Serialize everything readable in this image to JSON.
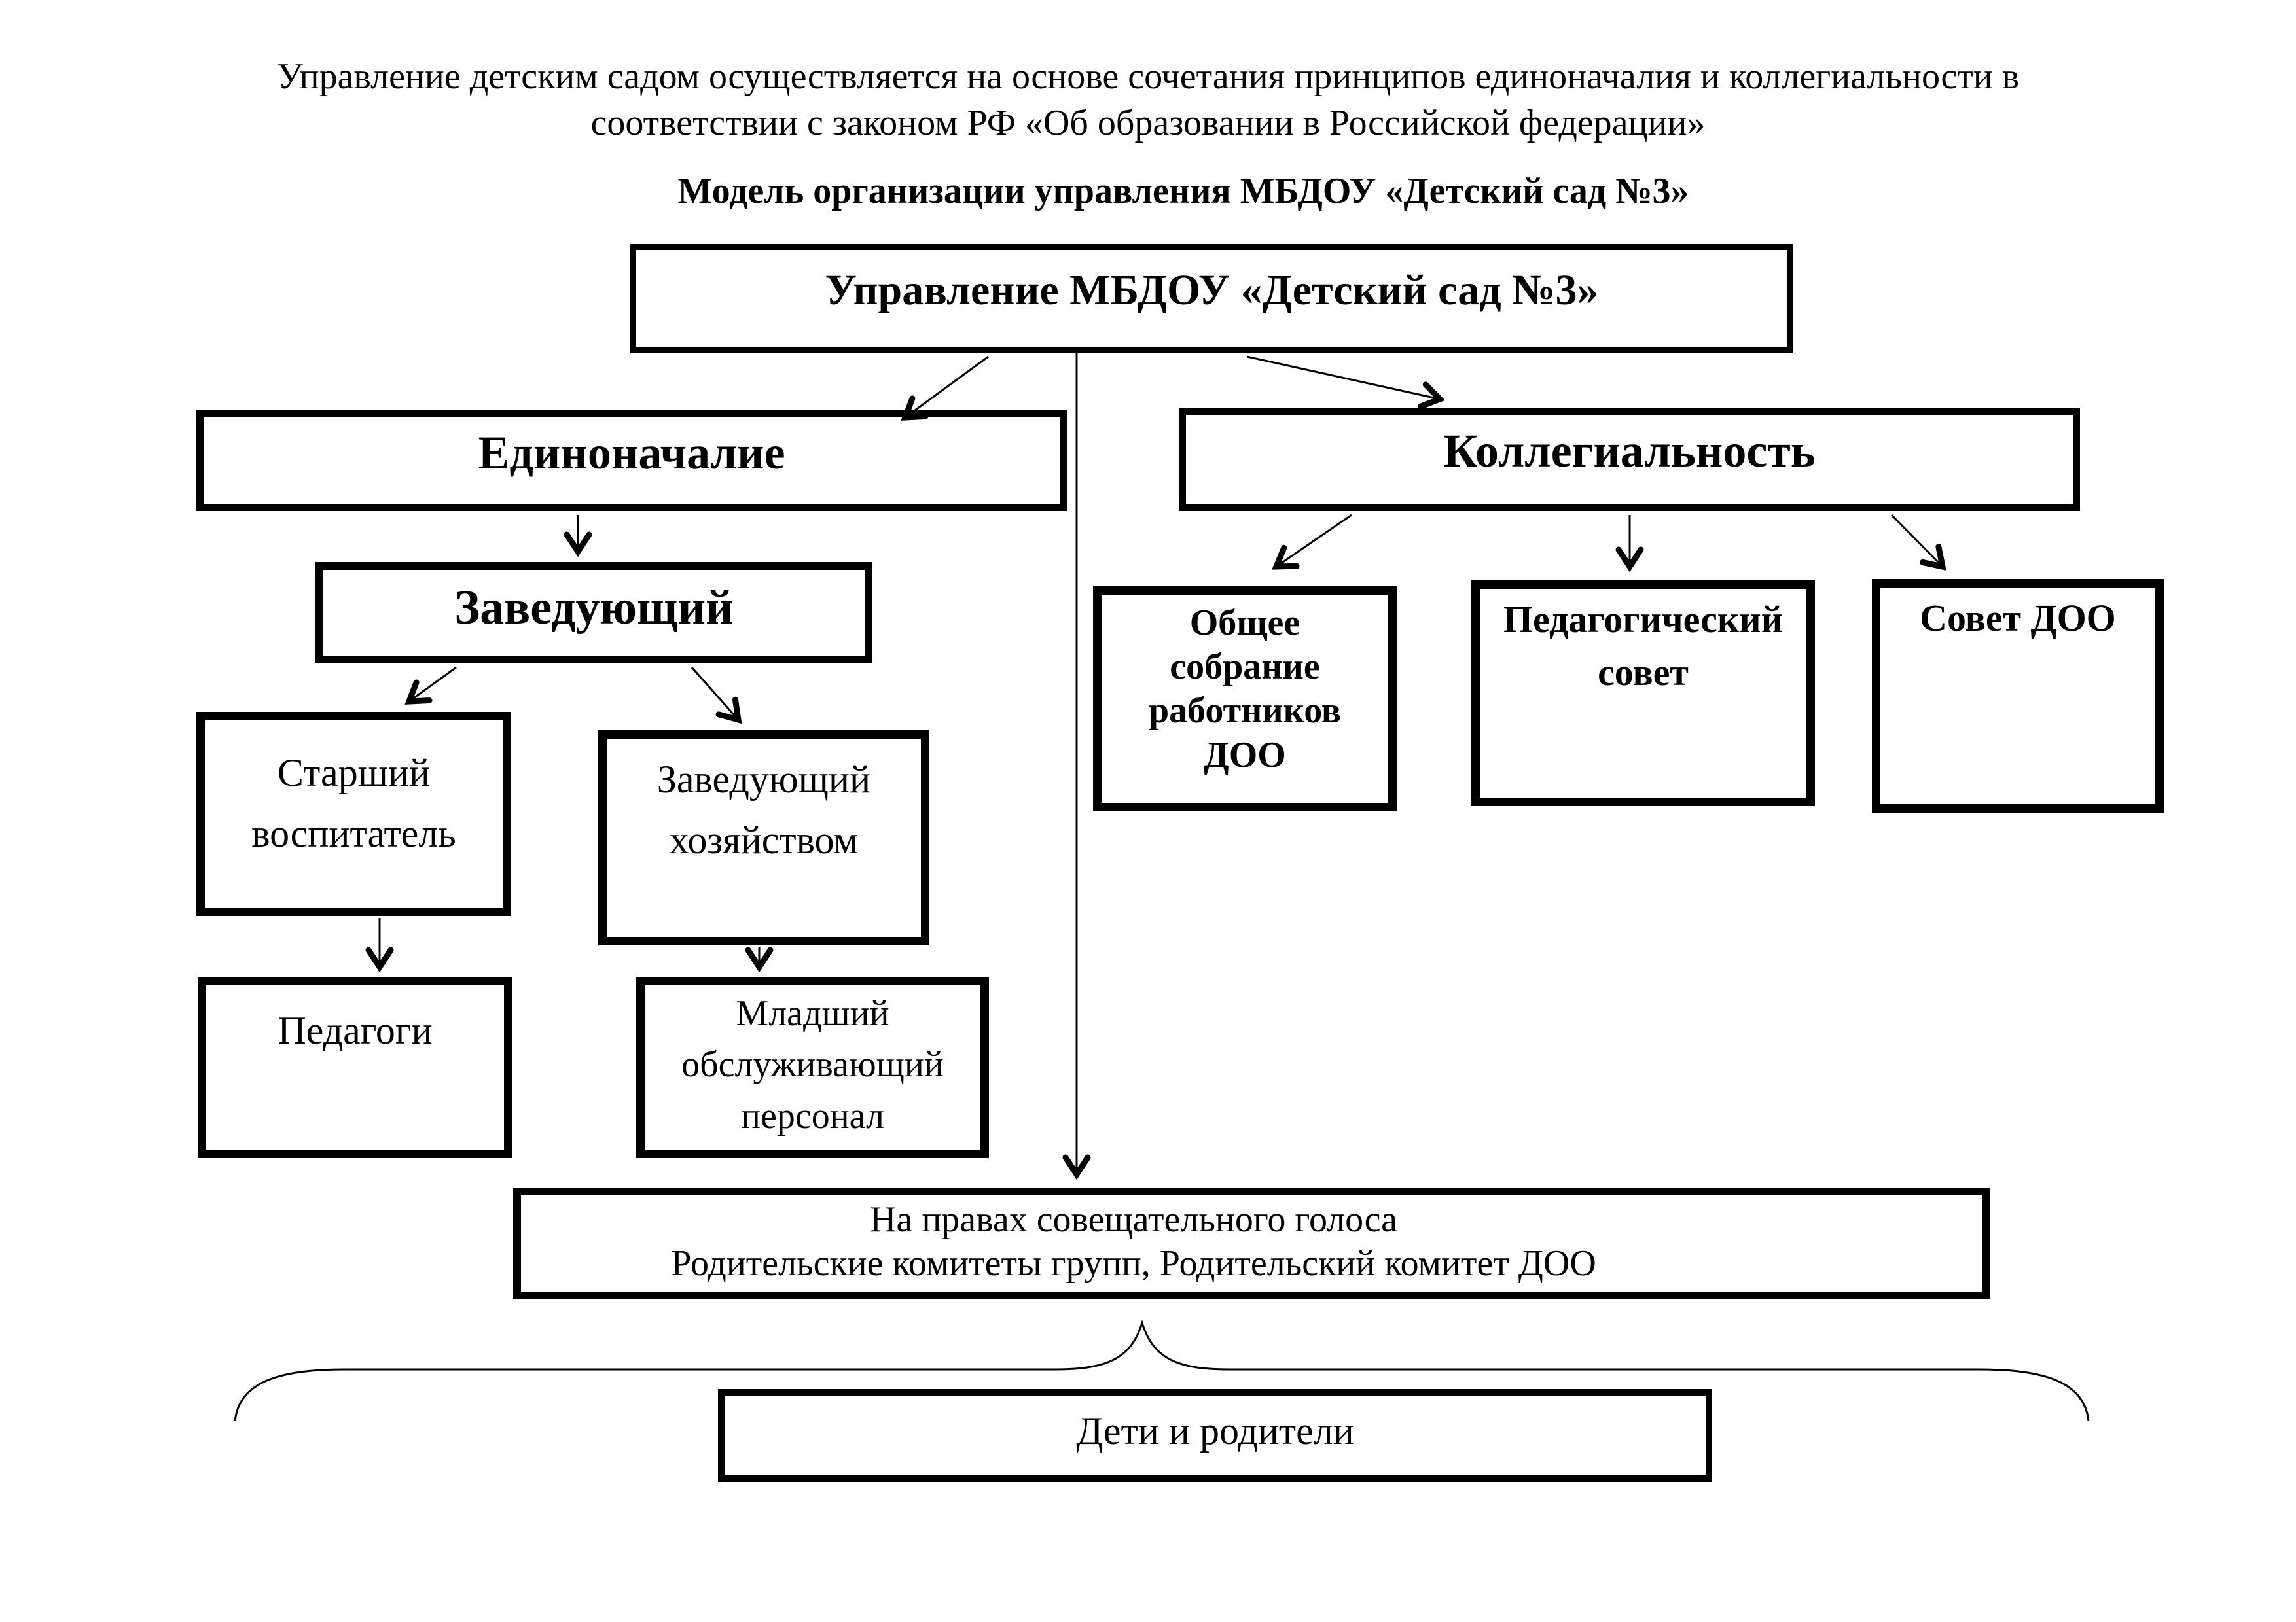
{
  "colors": {
    "ink": "#000000",
    "paper": "#ffffff"
  },
  "header": {
    "text": "Управление детским садом осуществляется на основе сочетания принципов единоначалия и коллегиальности в\nсоответствии с законом РФ «Об образовании в Российской федерации»"
  },
  "title": "Модель организации управления МБДОУ «Детский сад №3»",
  "boxes": {
    "upravlenie": {
      "label": "Управление МБДОУ «Детский сад №3»"
    },
    "edinonachalie": {
      "label": "Единоначалие"
    },
    "kollegialnost": {
      "label": "Коллегиальность"
    },
    "zaveduyushchiy": {
      "label": "Заведующий"
    },
    "obshchee_sobranie": {
      "label": "Общее\nсобрание\nработников\nДОО"
    },
    "pedsovet": {
      "label": "Педагогический\nсовет"
    },
    "sovet_doo": {
      "label": "Совет ДОО"
    },
    "starshiy_vospitatel": {
      "label": "Старший\nвоспитатель"
    },
    "zav_khozyaystvom": {
      "label": "Заведующий\nхозяйством"
    },
    "pedagogi": {
      "label": "Педагоги"
    },
    "mladshiy_personal": {
      "label": "Младший\nобслуживающий\nперсонал"
    },
    "na_pravakh": {
      "label": "На правах совещательного голоса\nРодительские комитеты групп, Родительский комитет ДОО"
    },
    "deti_roditeli": {
      "label": "Дети и родители"
    }
  }
}
